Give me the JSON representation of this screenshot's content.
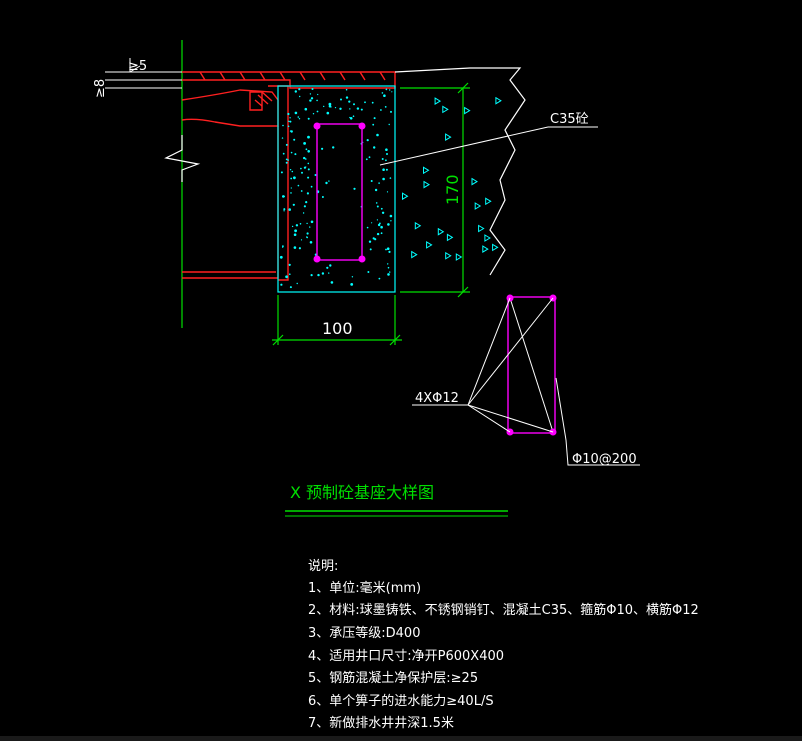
{
  "drawing": {
    "dim_top_spacing": "≥5",
    "dim_left_spacing": "≥8",
    "label_concrete": "C35砼",
    "dim_height": "170",
    "dim_width": "100",
    "label_rebar": "4XΦ12",
    "label_stirrup": "Φ10@200",
    "title": "X  预制砼基座大样图"
  },
  "notes": {
    "heading": "说明:",
    "items": [
      "1、单位:毫米(mm)",
      "2、材料:球墨铸铁、不锈钢销钉、混凝土C35、箍筋Φ10、横筋Φ12",
      "3、承压等级:D400",
      "4、适用井口尺寸:净开P600X400",
      "5、钢筋混凝土净保护层:≥25",
      "6、单个箅子的进水能力≥40L/S",
      "7、新做排水井井深1.5米"
    ]
  },
  "colors": {
    "red": "#ff2020",
    "green": "#00e000",
    "cyan": "#00ffff",
    "magenta": "#ff00ff",
    "white": "#ffffff"
  }
}
